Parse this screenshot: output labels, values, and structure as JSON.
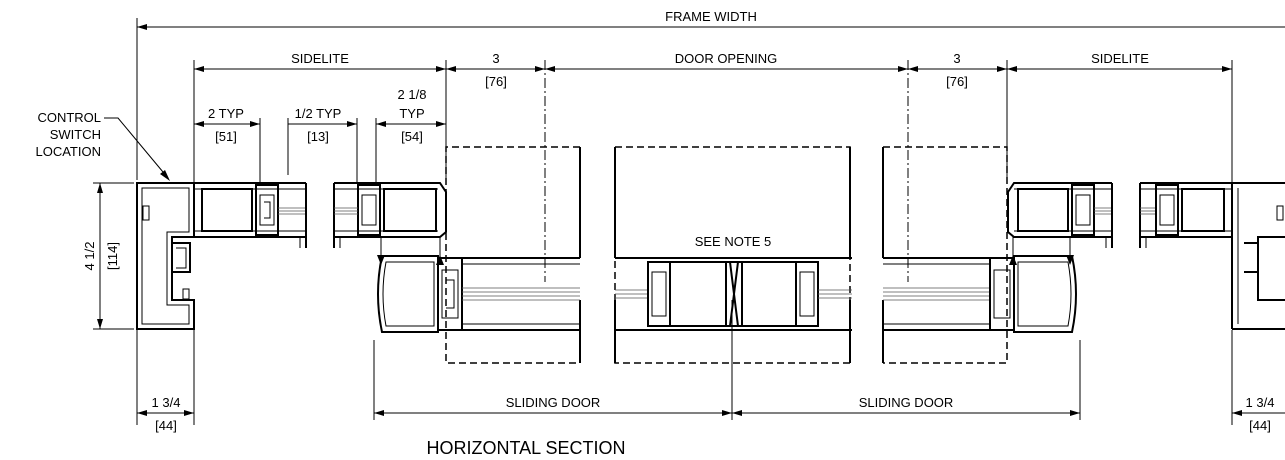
{
  "labels": {
    "frame_width": "FRAME WIDTH",
    "sidelite": "SIDELITE",
    "door_opening": "DOOR OPENING",
    "dim_3": "3",
    "dim_3_mm": "[76]",
    "dim_2_typ": "2 TYP",
    "dim_2_typ_mm": "[51]",
    "dim_half_typ": "1/2 TYP",
    "dim_half_typ_mm": "[13]",
    "dim_2_1_8": "2 1/8",
    "dim_typ": "TYP",
    "dim_2_1_8_mm": "[54]",
    "control_1": "CONTROL",
    "control_2": "SWITCH",
    "control_3": "LOCATION",
    "dim_4_1_2": "4 1/2",
    "dim_4_1_2_mm": "[114]",
    "see_note": "SEE NOTE 5",
    "sliding_door": "SLIDING DOOR",
    "dim_1_3_4": "1 3/4",
    "dim_1_3_4_mm": "[44]",
    "title": "HORIZONTAL SECTION"
  }
}
